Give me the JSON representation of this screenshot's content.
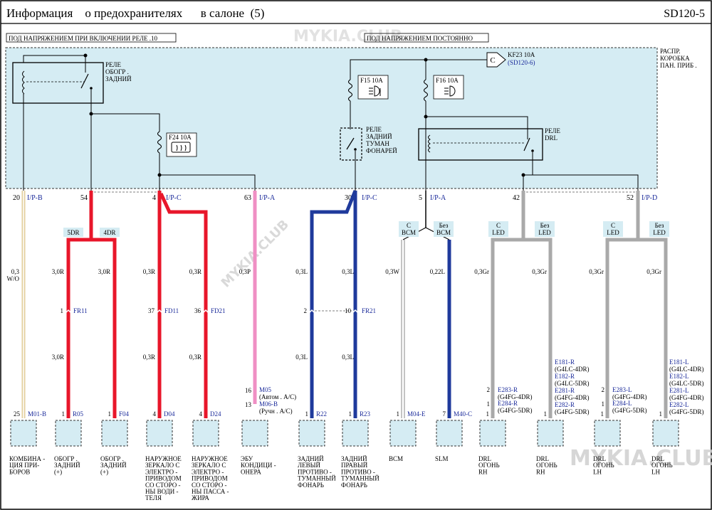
{
  "header": {
    "title": "Информация    о предохранителях      в салоне  (5)",
    "code": "SD120-5"
  },
  "watermark": {
    "text": "MYKIA.CLUB"
  },
  "zones": {
    "relay10": "ПОД НАПРЯЖЕНИЕМ  ПРИ ВКЛЮЧЕНИИ РЕЛЕ .10",
    "constant": "ПОД НАПРЯЖЕНИЕМ  ПОСТОЯННО",
    "box": [
      "РАСПР.",
      "КОРОБКА",
      "ПАН. ПРИБ ."
    ]
  },
  "relays": {
    "rear_defog": [
      "РЕЛЕ",
      "ОБОГР .",
      "ЗАДНИЙ"
    ],
    "rear_fog": [
      "РЕЛЕ",
      "ЗАДНИЙ",
      "ТУМАН",
      "ФОНАРЕЙ"
    ],
    "drl": [
      "РЕЛЕ",
      "DRL"
    ]
  },
  "fuses": {
    "f24": "F24 10A",
    "f15": "F15 10A",
    "f16": "F16 10A",
    "kf23": "KF23 10A",
    "kf23_ref": "(SD120-6)",
    "kf23_symbol": "C"
  },
  "pins_top": [
    {
      "pin": "20",
      "conn": "I/P-B"
    },
    {
      "pin": "54",
      "conn": ""
    },
    {
      "pin": "4",
      "conn": "I/P-C"
    },
    {
      "pin": "63",
      "conn": "I/P-A"
    },
    {
      "pin": "30",
      "conn": "I/P-C"
    },
    {
      "pin": "5",
      "conn": "I/P-A"
    },
    {
      "pin": "42",
      "conn": ""
    },
    {
      "pin": "52",
      "conn": "I/P-D"
    }
  ],
  "branch_labels": {
    "d5dr": "5DR",
    "d4dr": "4DR",
    "bcm_c": [
      "С",
      "ВСМ"
    ],
    "bcm_no": [
      "Без",
      "ВСМ"
    ],
    "led_c": [
      "С",
      "LED"
    ],
    "led_no": [
      "Без",
      "LED"
    ]
  },
  "wires": {
    "w1": [
      "0,3",
      "W/O"
    ],
    "w_30r": "3,0R",
    "w_03r": "0,3R",
    "w_03p": "0,3P",
    "w_03l": "0,3L",
    "w_03w": "0,3W",
    "w_022l": "0,22L",
    "w_03gr": "0,3Gr"
  },
  "mid_connectors": {
    "fr11_pin": "1",
    "fr11": "FR11",
    "fd11_pin": "37",
    "fd11": "FD11",
    "fd21_pin": "36",
    "fd21": "FD21",
    "fr21_left_pin": "2",
    "fr21_pin": "10",
    "fr21": "FR21"
  },
  "aircon": {
    "m05_pin": "16",
    "m05": "M05",
    "m05_note": "(Автом . A/C)",
    "m06_pin": "13",
    "m06": "M06-B",
    "m06_note": "(Ручн . A/C)"
  },
  "drl_refs": {
    "rh_a": [
      {
        "pin": "2",
        "code": "E283-R",
        "note": "(G4FG-4DR)"
      },
      {
        "pin": "1",
        "code": "E284-R",
        "note": "(G4FG-5DR)"
      }
    ],
    "rh_b": [
      {
        "code": "E181-R",
        "note": "(G4LC-4DR)"
      },
      {
        "code": "E182-R",
        "note": "(G4LC-5DR)"
      },
      {
        "code": "E281-R",
        "note": "(G4FG-4DR)"
      },
      {
        "code": "E282-R",
        "note": "(G4FG-5DR)"
      }
    ],
    "lh_a": [
      {
        "pin": "2",
        "code": "E283-L",
        "note": "(G4FG-4DR)"
      },
      {
        "pin": "1",
        "code": "E284-L",
        "note": "(G4FG-5DR)"
      }
    ],
    "lh_b": [
      {
        "code": "E181-L",
        "note": "(G4LC-4DR)"
      },
      {
        "code": "E182-L",
        "note": "(G4LC-5DR)"
      },
      {
        "code": "E281-L",
        "note": "(G4FG-4DR)"
      },
      {
        "code": "E282-L",
        "note": "(G4FG-5DR)"
      }
    ]
  },
  "bottom_pins": [
    {
      "pin": "25",
      "conn": "M01-B"
    },
    {
      "pin": "1",
      "conn": "R05"
    },
    {
      "pin": "1",
      "conn": "F04"
    },
    {
      "pin": "4",
      "conn": "D04"
    },
    {
      "pin": "4",
      "conn": "D24"
    },
    {
      "pin": "",
      "conn": ""
    },
    {
      "pin": "1",
      "conn": "R22"
    },
    {
      "pin": "1",
      "conn": "R23"
    },
    {
      "pin": "1",
      "conn": "M04-E"
    },
    {
      "pin": "7",
      "conn": "M40-C"
    },
    {
      "pin": "1",
      "conn": ""
    },
    {
      "pin": "1",
      "conn": ""
    },
    {
      "pin": "1",
      "conn": ""
    },
    {
      "pin": "1",
      "conn": ""
    }
  ],
  "components": [
    [
      "КОМБИНА -",
      "ЦИЯ  ПРИ-",
      "БОРОВ"
    ],
    [
      "ОБОГР .",
      "ЗАДНИЙ",
      "(+)"
    ],
    [
      "ОБОГР .",
      "ЗАДНИЙ",
      "(+)"
    ],
    [
      "НАРУЖНОЕ",
      "ЗЕРКАЛО  С",
      "ЭЛЕКТРО -",
      "ПРИВОДОМ",
      "СО  СТОРО -",
      "НЫ  ВОДИ -",
      "ТЕЛЯ"
    ],
    [
      "НАРУЖНОЕ",
      "ЗЕРКАЛО  С",
      "ЭЛЕКТРО -",
      "ПРИВОДОМ",
      "СО  СТОРО -",
      "НЫ  ПАССА -",
      "ЖИРА"
    ],
    [
      "ЭБУ",
      "КОНДИЦИ -",
      "ОНЕРА"
    ],
    [
      "ЗАДНИЙ",
      "ЛЕВЫЙ",
      "ПРОТИВО -",
      "ТУМАННЫЙ",
      "ФОНАРЬ"
    ],
    [
      "ЗАДНИЙ",
      "ПРАВЫЙ",
      "ПРОТИВО -",
      "ТУМАННЫЙ",
      "ФОНАРЬ"
    ],
    [
      "BCM"
    ],
    [
      "SLM"
    ],
    [
      "DRL",
      "ОГОНЬ",
      "RH"
    ],
    [
      "DRL",
      "ОГОНЬ",
      "RH"
    ],
    [
      "DRL",
      "ОГОНЬ",
      "LH"
    ],
    [
      "DRL",
      "ОГОНЬ",
      "LH"
    ]
  ],
  "colors": {
    "red": "#e8162a",
    "blue": "#1f3a9c",
    "pink": "#ef8fc4",
    "gray": "#a9a9a9",
    "tan": "#e3cf9d",
    "box_fill": "#d5ecf3"
  }
}
